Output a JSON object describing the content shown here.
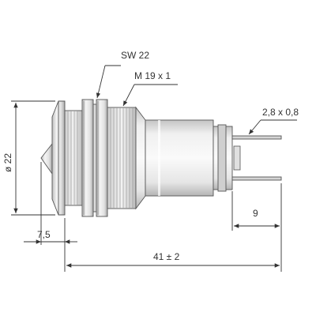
{
  "drawing": {
    "labels": {
      "wrench_size": "SW 22",
      "thread": "M 19 x 1",
      "terminal": "2,8 x 0,8",
      "diameter": "ø 22",
      "front_depth": "7,5",
      "terminal_length": "9",
      "total_length": "41 ± 2"
    },
    "colors": {
      "line": "#333333",
      "metal_light": "#f2f2f2",
      "metal_mid": "#d6d6d6",
      "metal_dark": "#a8a8a8",
      "pin": "#c8c8c8"
    }
  }
}
